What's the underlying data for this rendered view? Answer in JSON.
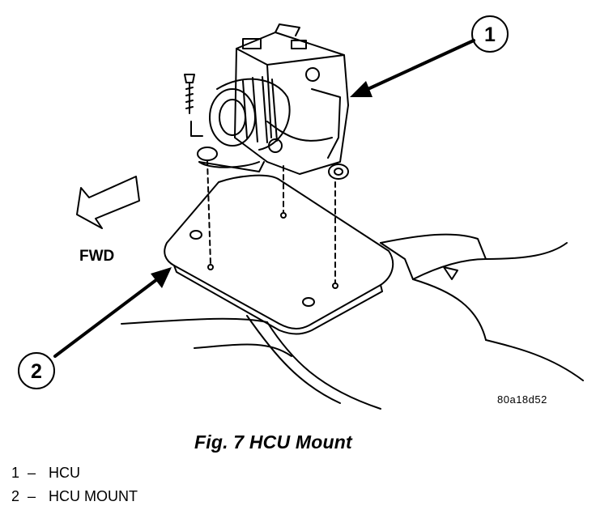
{
  "figure": {
    "callouts": [
      {
        "number": "1"
      },
      {
        "number": "2"
      }
    ],
    "fwd_label": "FWD",
    "code": "80a18d52"
  },
  "caption": "Fig. 7 HCU Mount",
  "legend": [
    {
      "number": "1",
      "dash": "–",
      "label": "HCU"
    },
    {
      "number": "2",
      "dash": "–",
      "label": "HCU MOUNT"
    }
  ]
}
